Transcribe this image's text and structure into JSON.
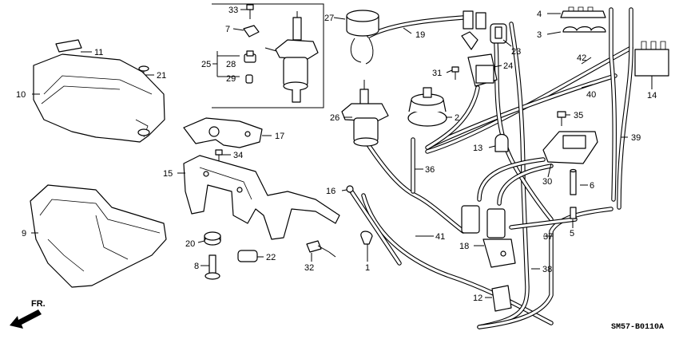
{
  "diagram": {
    "drawing_code": "SM57-B0110A",
    "direction_label": "FR.",
    "callouts": [
      "33",
      "7",
      "25",
      "28",
      "29",
      "27",
      "19",
      "4",
      "3",
      "23",
      "24",
      "31",
      "11",
      "21",
      "10",
      "42",
      "40",
      "14",
      "26",
      "2",
      "17",
      "35",
      "39",
      "13",
      "34",
      "15",
      "30",
      "6",
      "16",
      "36",
      "41",
      "5",
      "9",
      "20",
      "18",
      "37",
      "22",
      "32",
      "8",
      "1",
      "38",
      "12"
    ]
  }
}
